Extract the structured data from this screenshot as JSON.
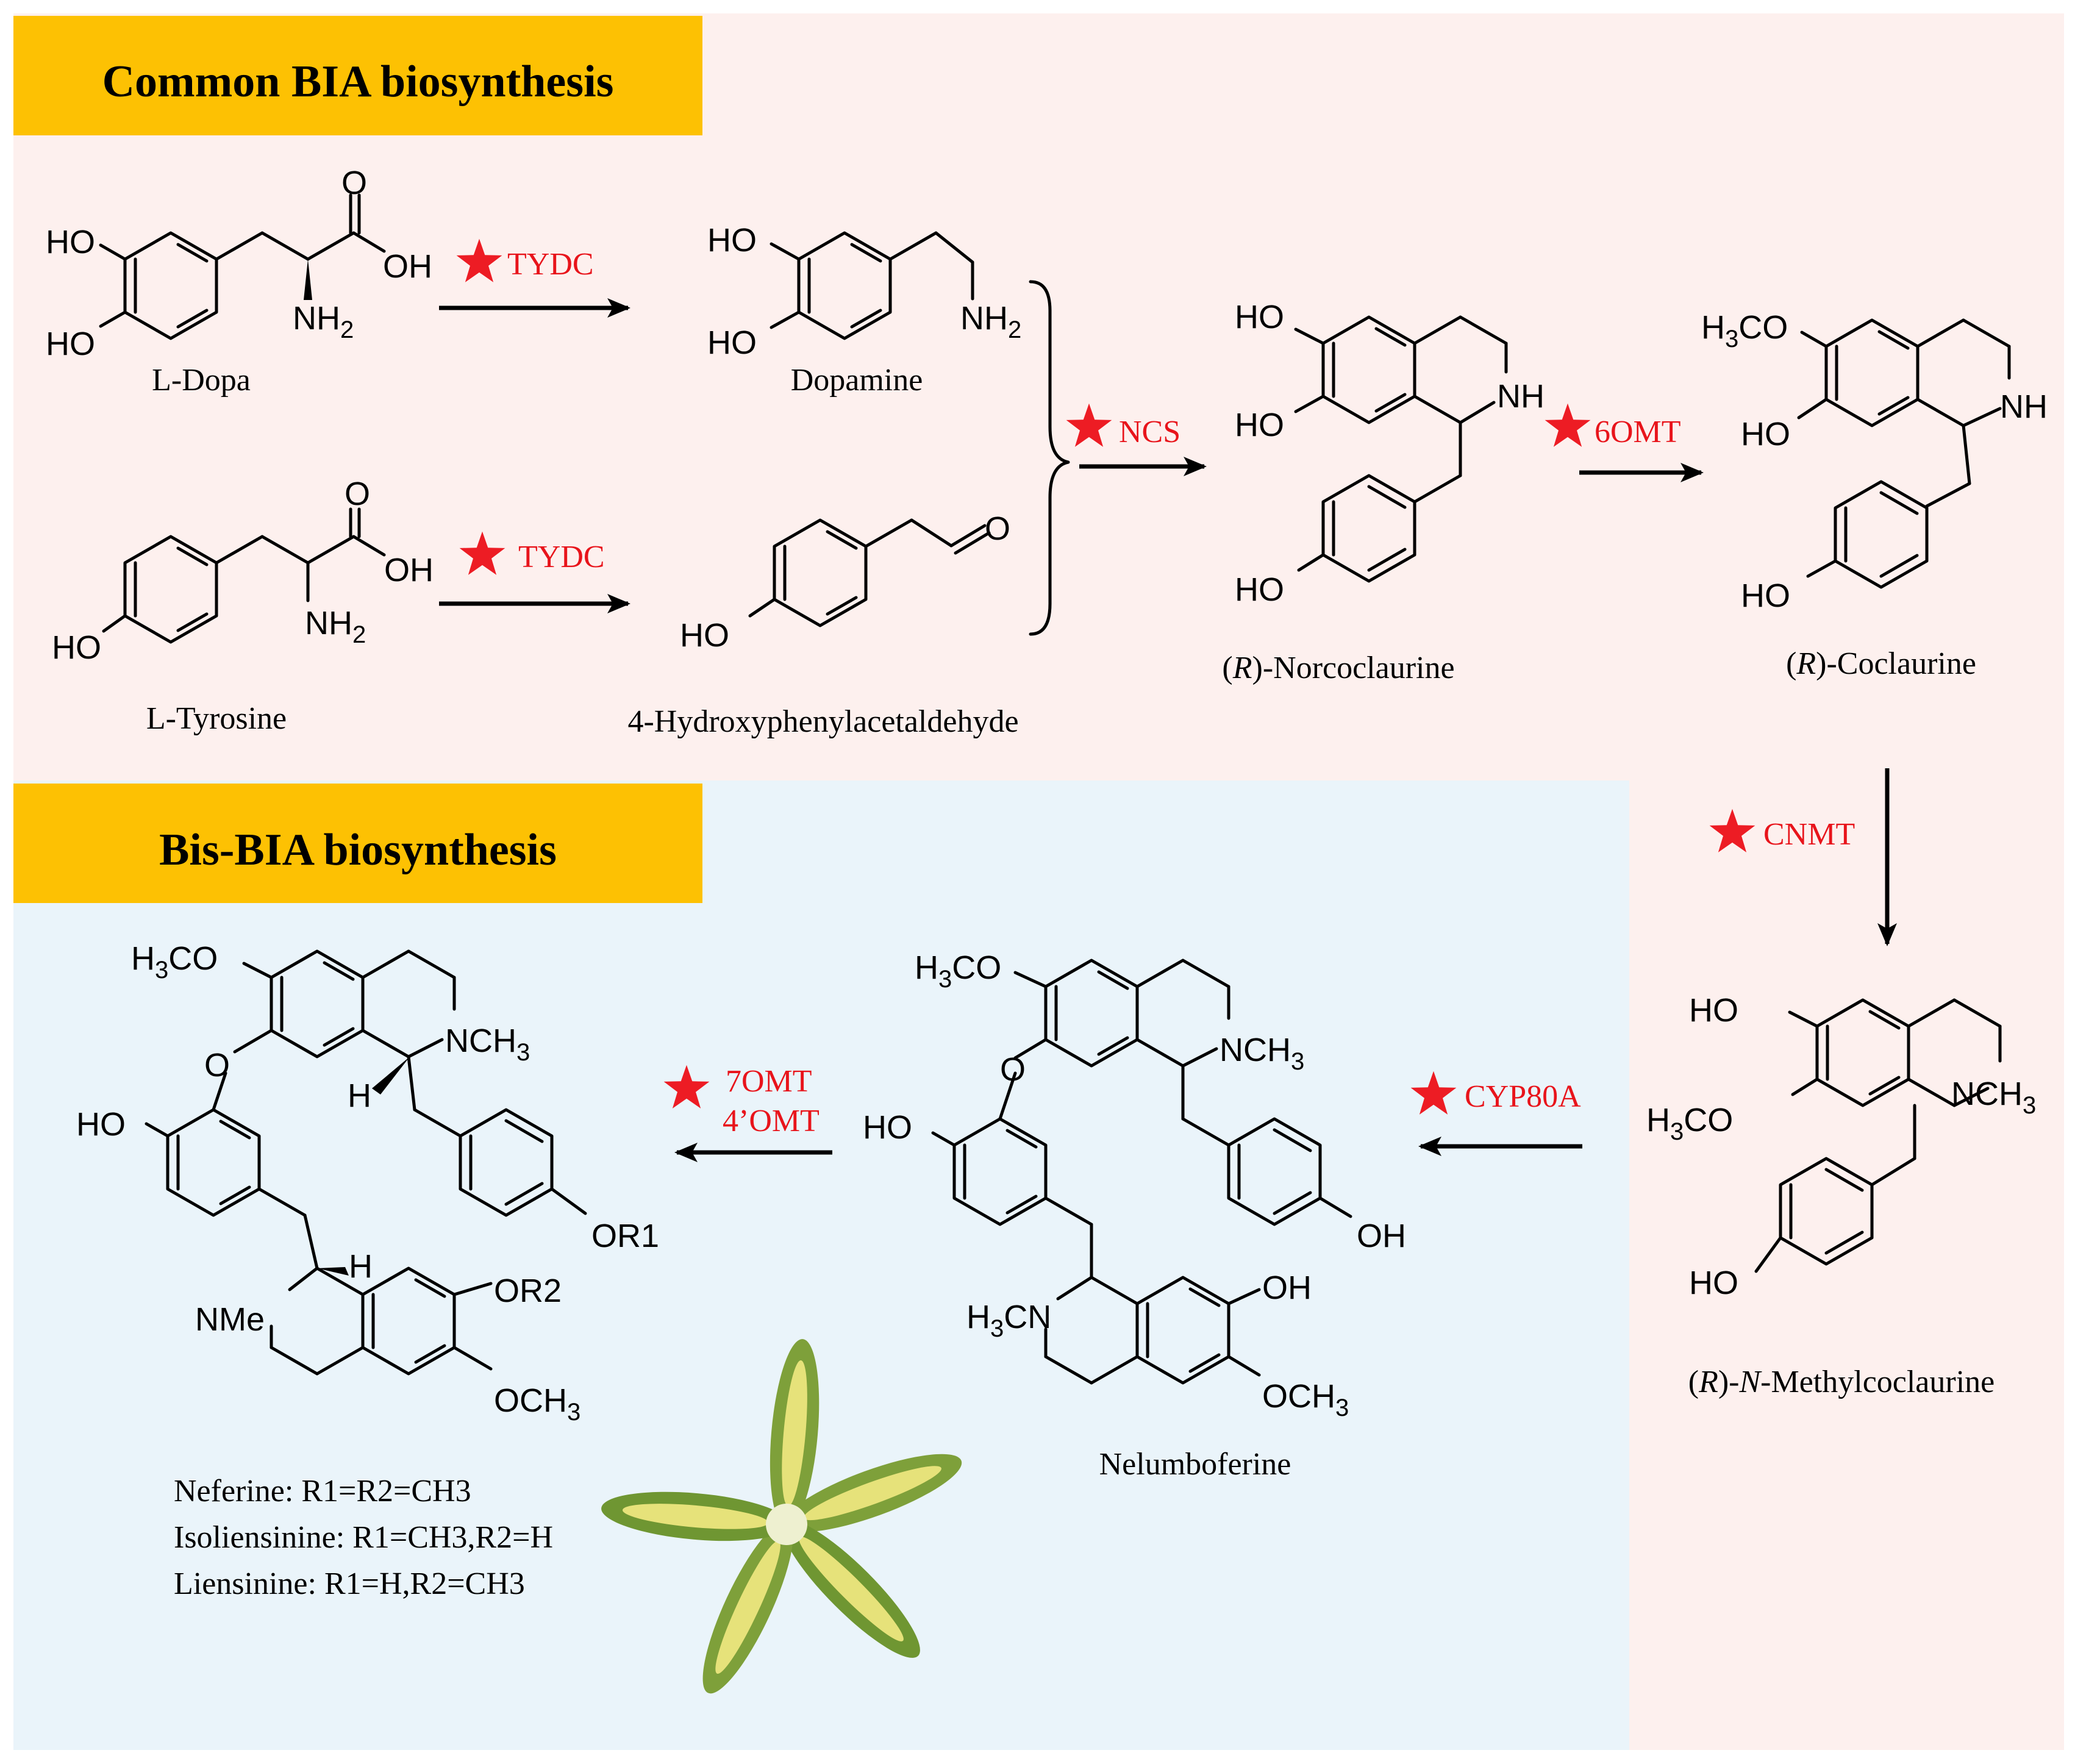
{
  "sections": {
    "common": "Common BIA biosynthesis",
    "bis": "Bis-BIA biosynthesis"
  },
  "compounds": {
    "ldopa": "L-Dopa",
    "ltyrosine": "L-Tyrosine",
    "dopamine": "Dopamine",
    "hpaa": "4-Hydroxyphenylacetaldehyde",
    "norcoclaurine_prefix": "(",
    "norcoclaurine_r": "R",
    "norcoclaurine_rest": ")-Norcoclaurine",
    "coclaurine_rest": ")-Coclaurine",
    "nmethyl_mid": ")-",
    "nmethyl_n": "N",
    "nmethyl_rest": "-Methylcoclaurine",
    "nelumboferine": "Nelumboferine"
  },
  "enzymes": {
    "tydc1": "TYDC",
    "tydc2": "TYDC",
    "ncs": "NCS",
    "omt6": "6OMT",
    "cnmt": "CNMT",
    "cyp80a": "CYP80A",
    "omt7": "7OMT",
    "omt4": "4’OMT"
  },
  "legend": {
    "line1": "Neferine: R1=R2=CH3",
    "line2": "Isoliensinine: R1=CH3,R2=H",
    "line3": "Liensinine: R1=H,R2=CH3"
  },
  "atoms": {
    "HO": "HO",
    "OH": "OH",
    "O": "O",
    "NH": "NH",
    "NH2": "NH",
    "sub2": "2",
    "H3CO": "CO",
    "H3": "H",
    "sub3": "3",
    "NCH3": "NCH",
    "OCH3": "OCH",
    "OR1": "OR1",
    "OR2": "OR2",
    "NMe": "NMe",
    "H": "H",
    "H3CN": "CN"
  },
  "colors": {
    "header_bg": "#fdc103",
    "pink_bg": "#fdf0ee",
    "blue_bg": "#eaf4fa",
    "enzyme_red": "#e8141b",
    "star_red": "#ed1c24",
    "seedling_green": "#7ea03a",
    "seedling_yellow": "#e6e27a"
  },
  "icons": [
    "star-icon",
    "seedling-photo"
  ]
}
